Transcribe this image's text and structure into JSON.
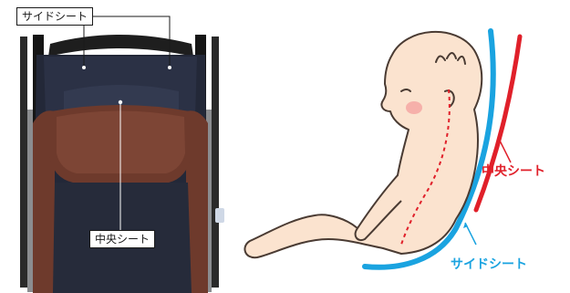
{
  "labels": {
    "photo_side_sheet": "サイドシート",
    "photo_center_sheet": "中央シート",
    "illus_center_sheet": "中央シート",
    "illus_side_sheet": "サイドシート"
  },
  "colors": {
    "center_sheet_line": "#e0202a",
    "side_sheet_line": "#1aa3e0",
    "baby_skin": "#fbe3cf",
    "baby_outline": "#4a3b33",
    "spine_dash": "#e0202a",
    "seat_navy": "#232838",
    "cushion_brown": "#6e3a2c"
  }
}
